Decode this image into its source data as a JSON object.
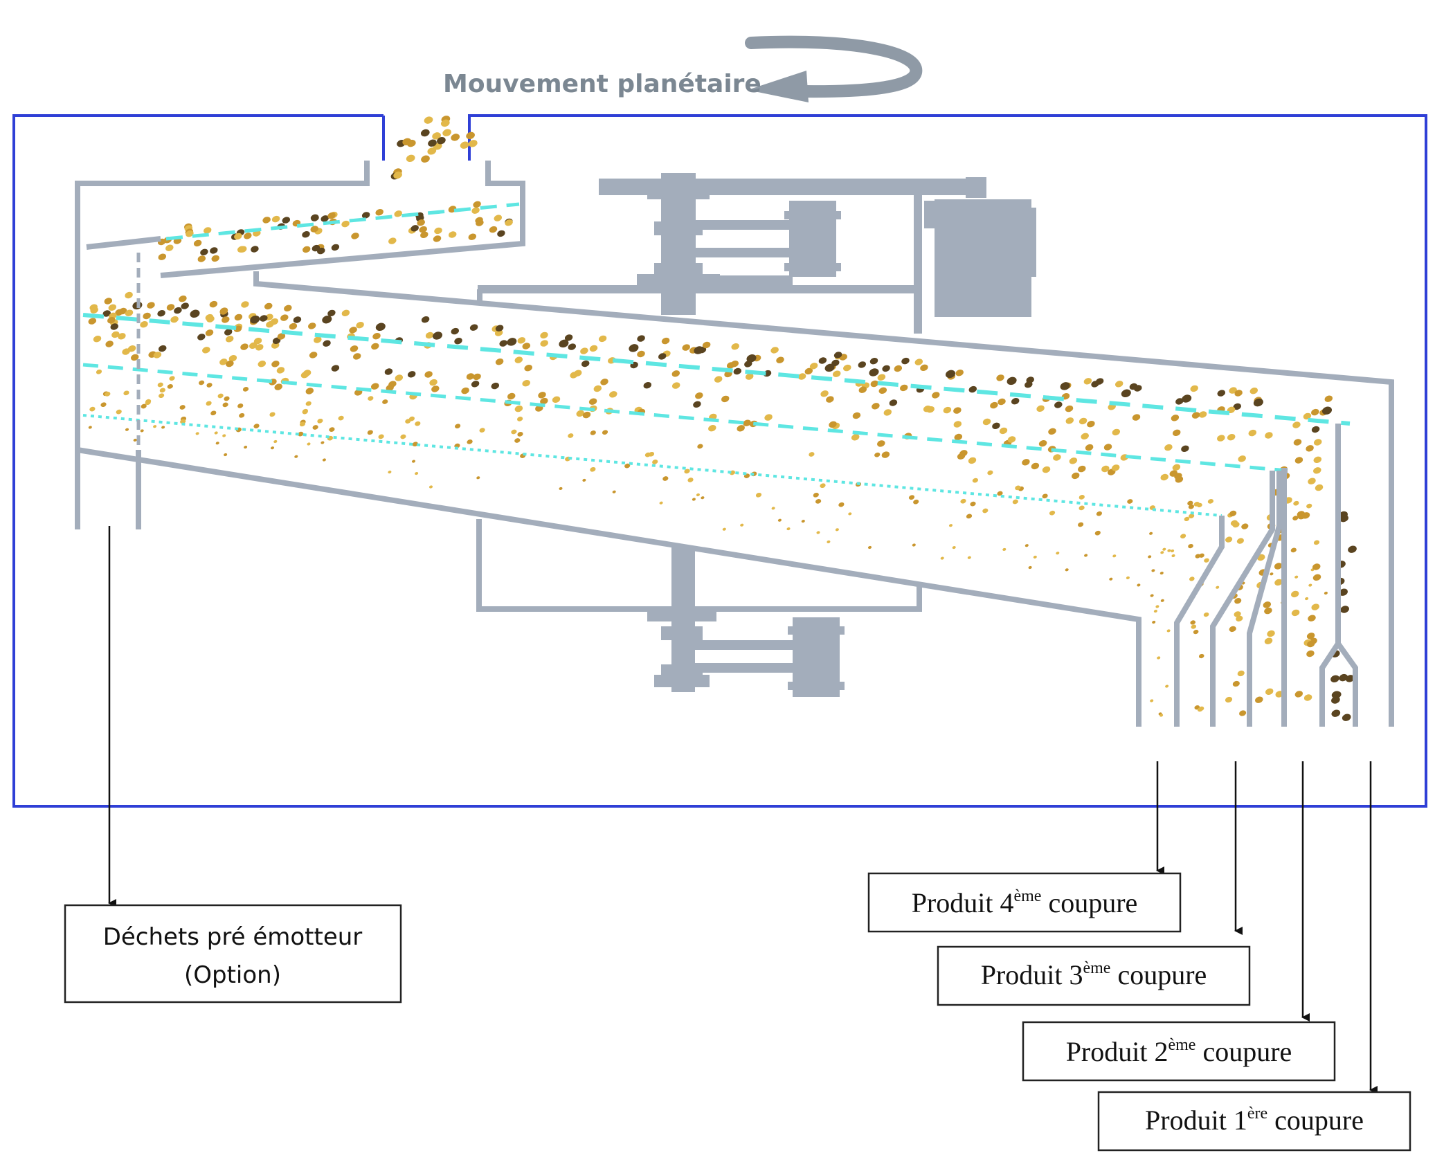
{
  "title": "Mouvement planétaire",
  "waste_box": {
    "line1": "Déchets pré émotteur",
    "line2": "(Option)"
  },
  "outputs": [
    {
      "prefix": "Produit 4",
      "sup": "ème",
      "suffix": " coupure"
    },
    {
      "prefix": "Produit 3",
      "sup": "ème",
      "suffix": " coupure"
    },
    {
      "prefix": "Produit 2",
      "sup": "ème",
      "suffix": " coupure"
    },
    {
      "prefix": "Produit 1",
      "sup": "ère",
      "suffix": " coupure"
    }
  ],
  "colors": {
    "frame_blue": "#2f3fd6",
    "machine_grey": "#a3adbb",
    "screen_cyan": "#5ee6e2",
    "grain_light": "#e2b84a",
    "grain_gold": "#c9962e",
    "grain_dark": "#5a4420",
    "arrow_grey": "#8f9aa6"
  }
}
